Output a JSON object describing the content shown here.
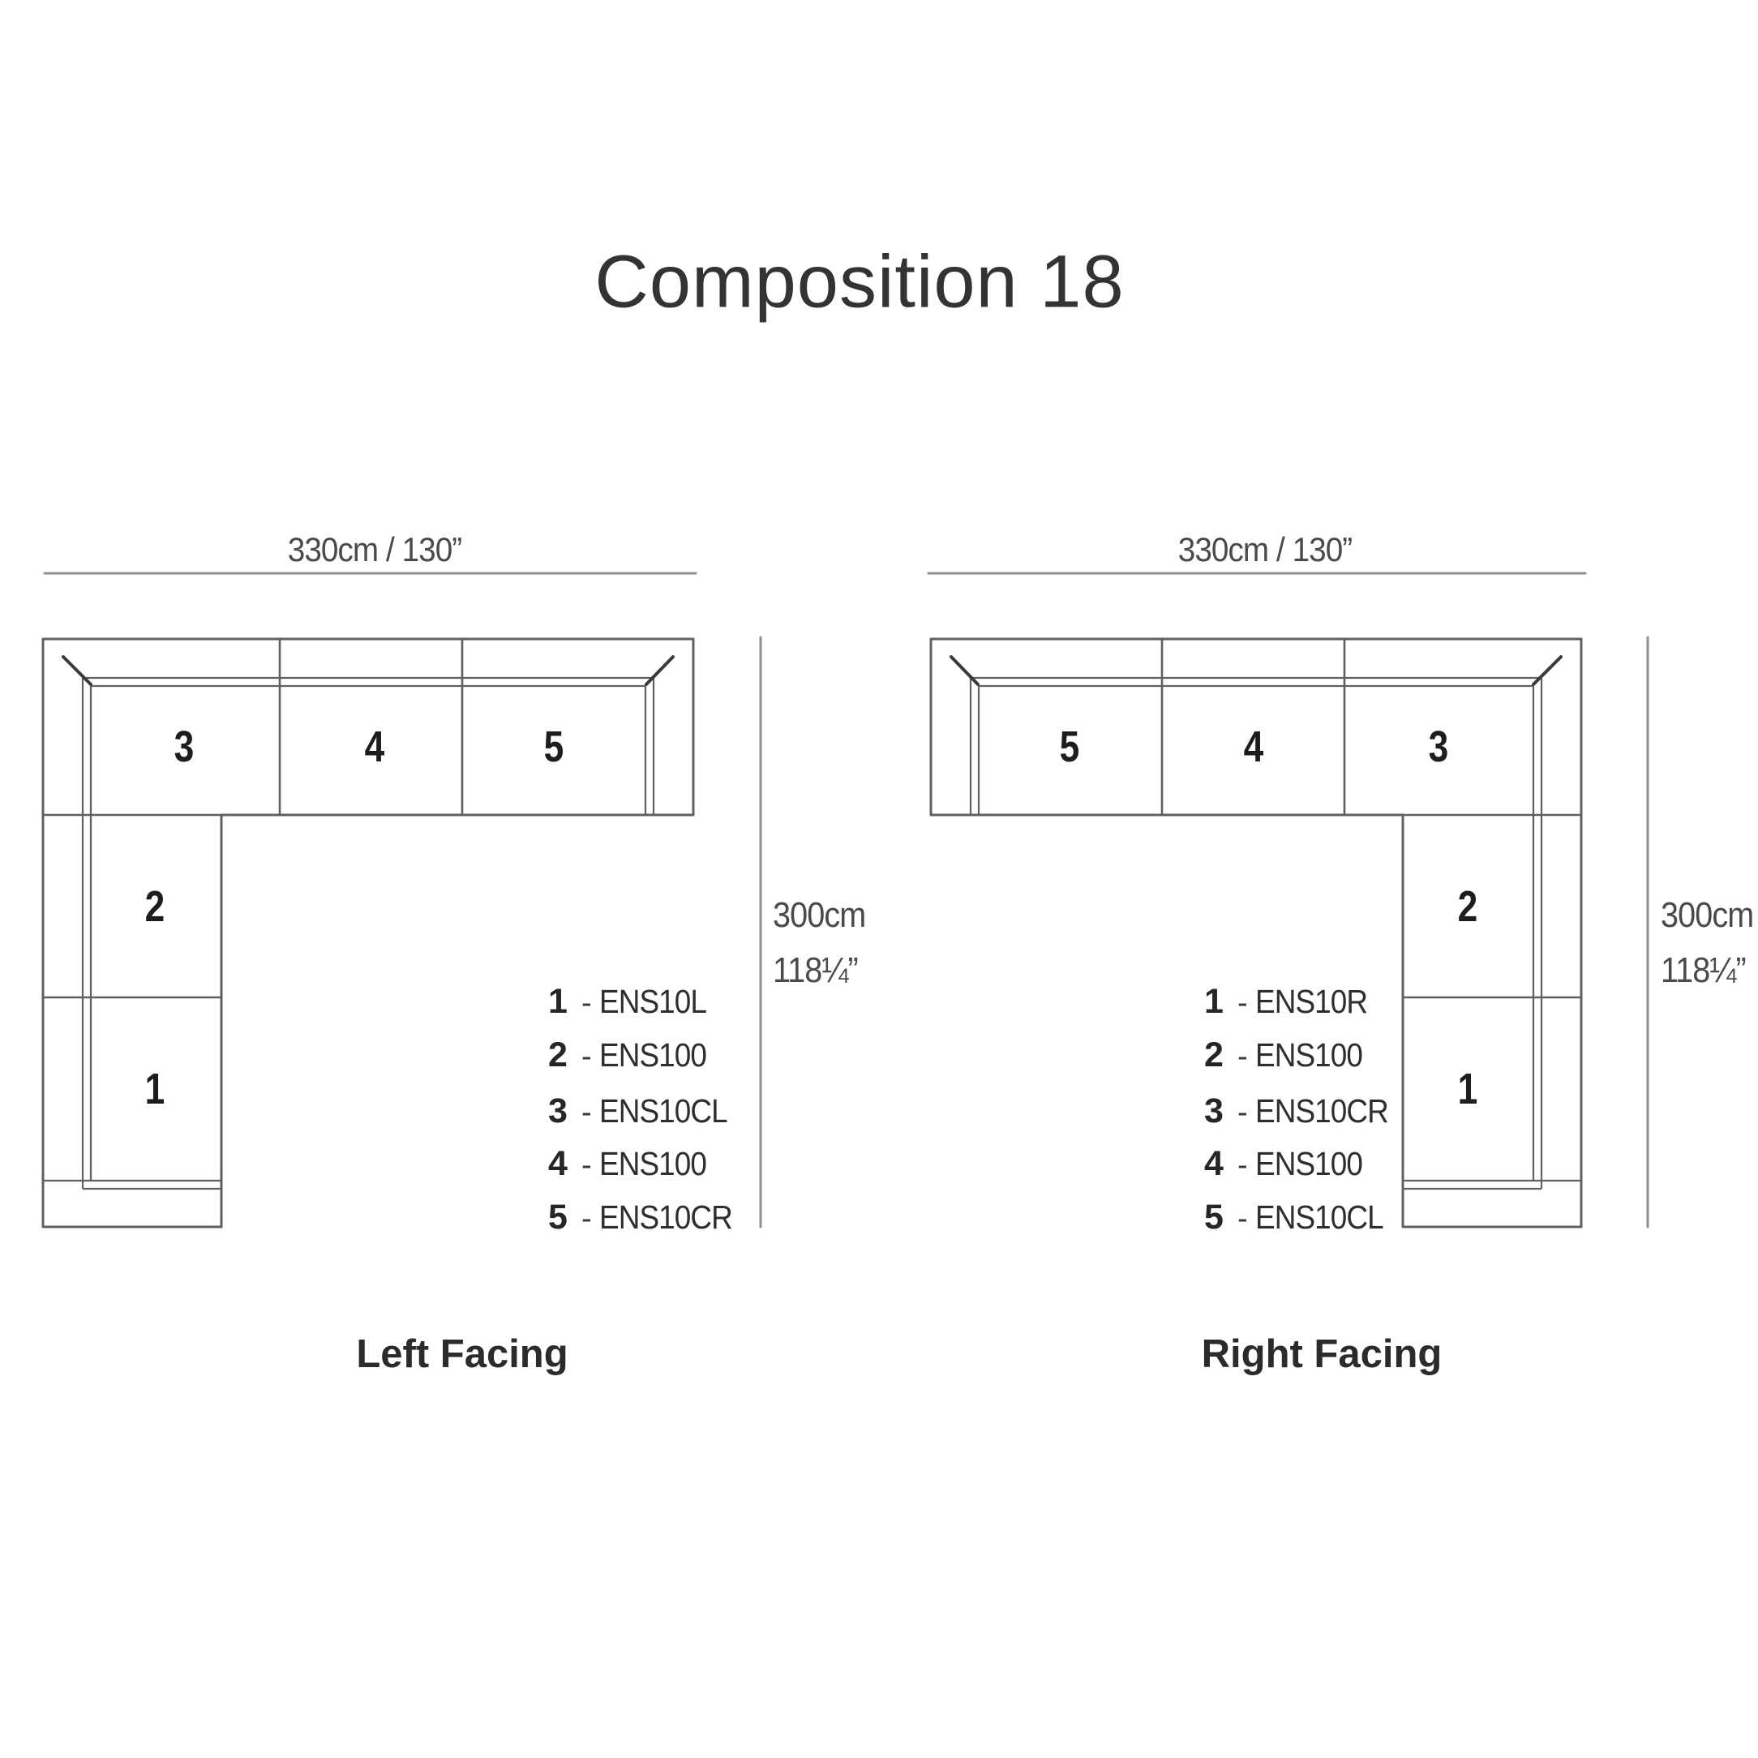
{
  "title": "Composition 18",
  "colors": {
    "sofa_line": "#606060",
    "corner_line": "#3a3a3a",
    "dimension_line": "#8f8f8f",
    "text_dark": "#262626"
  },
  "left": {
    "caption": "Left Facing",
    "width_label": "330cm / 130”",
    "depth_label_cm": "300cm",
    "depth_label_in": "118¼”",
    "seats": {
      "s1": "1",
      "s2": "2",
      "s3": "3",
      "s4": "4",
      "s5": "5"
    },
    "parts": [
      {
        "num": "1",
        "sep": "-",
        "code": "ENS10L"
      },
      {
        "num": "2",
        "sep": "-",
        "code": "ENS100"
      },
      {
        "num": "3",
        "sep": "-",
        "code": "ENS10CL"
      },
      {
        "num": "4",
        "sep": "-",
        "code": "ENS100"
      },
      {
        "num": "5",
        "sep": "-",
        "code": "ENS10CR"
      }
    ]
  },
  "right": {
    "caption": "Right Facing",
    "width_label": "330cm / 130”",
    "depth_label_cm": "300cm",
    "depth_label_in": "118¼”",
    "seats": {
      "s1": "1",
      "s2": "2",
      "s3": "3",
      "s4": "4",
      "s5": "5"
    },
    "parts": [
      {
        "num": "1",
        "sep": "-",
        "code": "ENS10R"
      },
      {
        "num": "2",
        "sep": "-",
        "code": "ENS100"
      },
      {
        "num": "3",
        "sep": "-",
        "code": "ENS10CR"
      },
      {
        "num": "4",
        "sep": "-",
        "code": "ENS100"
      },
      {
        "num": "5",
        "sep": "-",
        "code": "ENS10CL"
      }
    ]
  }
}
